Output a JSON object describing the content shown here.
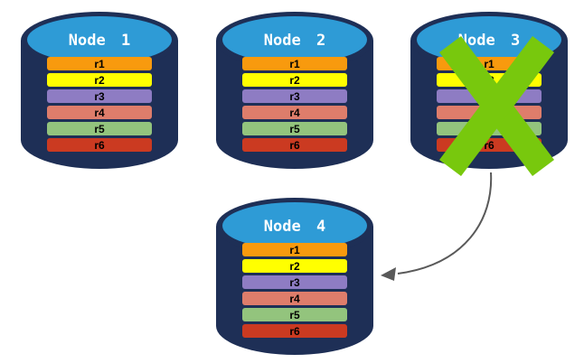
{
  "diagram": {
    "background": "#ffffff",
    "colors": {
      "cylinder_body": "#1E2F56",
      "cylinder_top": "#2E9BD6",
      "title_text": "#FFFFFF",
      "row_label_text": "#000000",
      "failure_x": "#78C80D",
      "arrow": "#595959"
    },
    "nodes": [
      {
        "id": "node-1",
        "title": "Node 1",
        "failed": false,
        "rows": [
          {
            "label": "r1",
            "color": "#F89A0E"
          },
          {
            "label": "r2",
            "color": "#FFFF00"
          },
          {
            "label": "r3",
            "color": "#8E7CC3"
          },
          {
            "label": "r4",
            "color": "#DE7D6B"
          },
          {
            "label": "r5",
            "color": "#93C47D"
          },
          {
            "label": "r6",
            "color": "#CB3A21"
          }
        ]
      },
      {
        "id": "node-2",
        "title": "Node 2",
        "failed": false,
        "rows": [
          {
            "label": "r1",
            "color": "#F89A0E"
          },
          {
            "label": "r2",
            "color": "#FFFF00"
          },
          {
            "label": "r3",
            "color": "#8E7CC3"
          },
          {
            "label": "r4",
            "color": "#DE7D6B"
          },
          {
            "label": "r5",
            "color": "#93C47D"
          },
          {
            "label": "r6",
            "color": "#CB3A21"
          }
        ]
      },
      {
        "id": "node-3",
        "title": "Node 3",
        "failed": true,
        "rows": [
          {
            "label": "r1",
            "color": "#F89A0E"
          },
          {
            "label": "r2",
            "color": "#FFFF00"
          },
          {
            "label": "r3",
            "color": "#8E7CC3"
          },
          {
            "label": "r4",
            "color": "#DE7D6B"
          },
          {
            "label": "r5",
            "color": "#93C47D"
          },
          {
            "label": "r6",
            "color": "#CB3A21"
          }
        ]
      },
      {
        "id": "node-4",
        "title": "Node 4",
        "failed": false,
        "rows": [
          {
            "label": "r1",
            "color": "#F89A0E"
          },
          {
            "label": "r2",
            "color": "#FFFF00"
          },
          {
            "label": "r3",
            "color": "#8E7CC3"
          },
          {
            "label": "r4",
            "color": "#DE7D6B"
          },
          {
            "label": "r5",
            "color": "#93C47D"
          },
          {
            "label": "r6",
            "color": "#CB3A21"
          }
        ]
      }
    ]
  }
}
